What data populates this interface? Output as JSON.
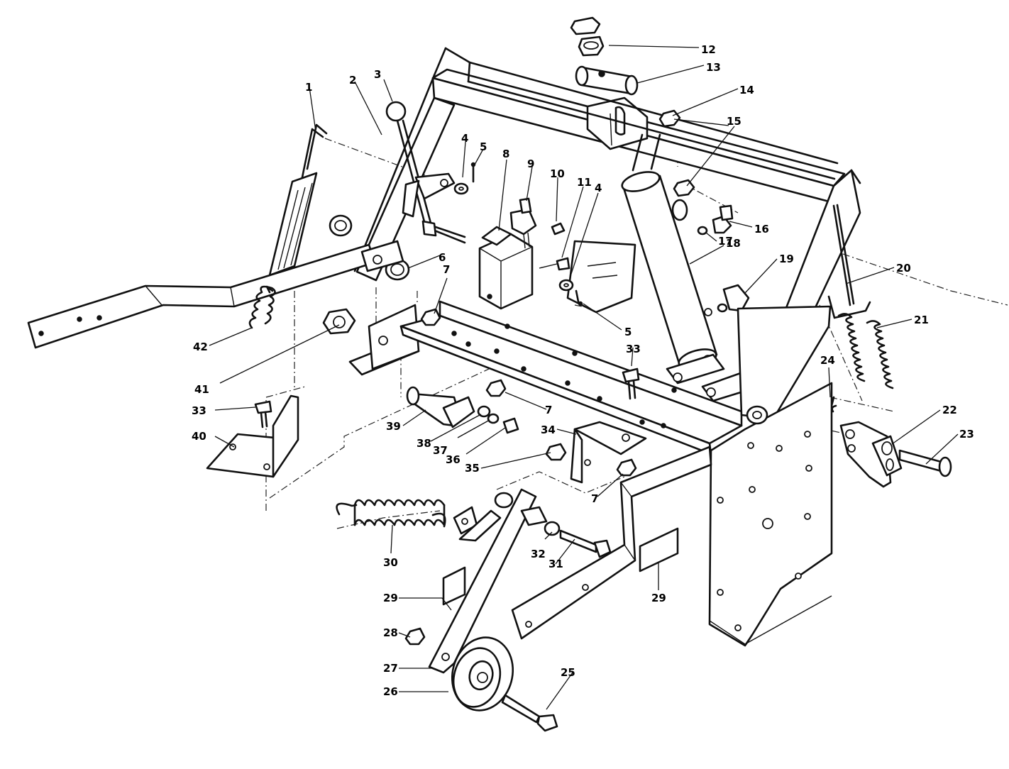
{
  "callouts": [
    {
      "id": "1",
      "label": "1"
    },
    {
      "id": "2",
      "label": "2"
    },
    {
      "id": "3",
      "label": "3"
    },
    {
      "id": "4a",
      "label": "4"
    },
    {
      "id": "5a",
      "label": "5"
    },
    {
      "id": "6",
      "label": "6"
    },
    {
      "id": "7a",
      "label": "7"
    },
    {
      "id": "8",
      "label": "8"
    },
    {
      "id": "9",
      "label": "9"
    },
    {
      "id": "10",
      "label": "10"
    },
    {
      "id": "11",
      "label": "11"
    },
    {
      "id": "4b",
      "label": "4"
    },
    {
      "id": "5b",
      "label": "5"
    },
    {
      "id": "12",
      "label": "12"
    },
    {
      "id": "13",
      "label": "13"
    },
    {
      "id": "14",
      "label": "14"
    },
    {
      "id": "15",
      "label": "15"
    },
    {
      "id": "16",
      "label": "16"
    },
    {
      "id": "17",
      "label": "17"
    },
    {
      "id": "18",
      "label": "18"
    },
    {
      "id": "19",
      "label": "19"
    },
    {
      "id": "20",
      "label": "20"
    },
    {
      "id": "21",
      "label": "21"
    },
    {
      "id": "22",
      "label": "22"
    },
    {
      "id": "23",
      "label": "23"
    },
    {
      "id": "24",
      "label": "24"
    },
    {
      "id": "25",
      "label": "25"
    },
    {
      "id": "26",
      "label": "26"
    },
    {
      "id": "27",
      "label": "27"
    },
    {
      "id": "28",
      "label": "28"
    },
    {
      "id": "29a",
      "label": "29"
    },
    {
      "id": "29b",
      "label": "29"
    },
    {
      "id": "30",
      "label": "30"
    },
    {
      "id": "31",
      "label": "31"
    },
    {
      "id": "32",
      "label": "32"
    },
    {
      "id": "33a",
      "label": "33"
    },
    {
      "id": "33b",
      "label": "33"
    },
    {
      "id": "34",
      "label": "34"
    },
    {
      "id": "35",
      "label": "35"
    },
    {
      "id": "36",
      "label": "36"
    },
    {
      "id": "37",
      "label": "37"
    },
    {
      "id": "38",
      "label": "38"
    },
    {
      "id": "39",
      "label": "39"
    },
    {
      "id": "40",
      "label": "40"
    },
    {
      "id": "41",
      "label": "41"
    },
    {
      "id": "42",
      "label": "42"
    },
    {
      "id": "7b",
      "label": "7"
    },
    {
      "id": "7c",
      "label": "7"
    }
  ]
}
